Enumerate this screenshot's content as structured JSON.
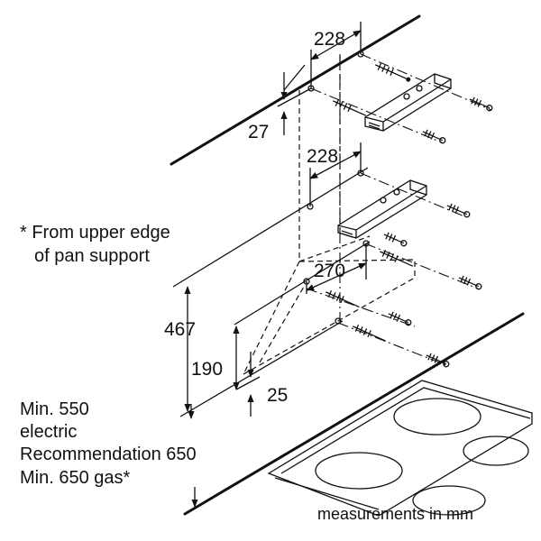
{
  "dimensions": {
    "top_width": "228",
    "top_offset": "27",
    "mid_width": "228",
    "lower_width": "270",
    "height_467": "467",
    "height_190": "190",
    "offset_25": "25"
  },
  "notes": {
    "pan_support_line1": "* From upper edge",
    "pan_support_line2": "of pan support",
    "min_line1": "Min. 550",
    "min_line2": "electric",
    "min_line3": "Recommendation 650",
    "min_line4": "Min. 650 gas*"
  },
  "footer": {
    "units": "measurements in mm"
  }
}
